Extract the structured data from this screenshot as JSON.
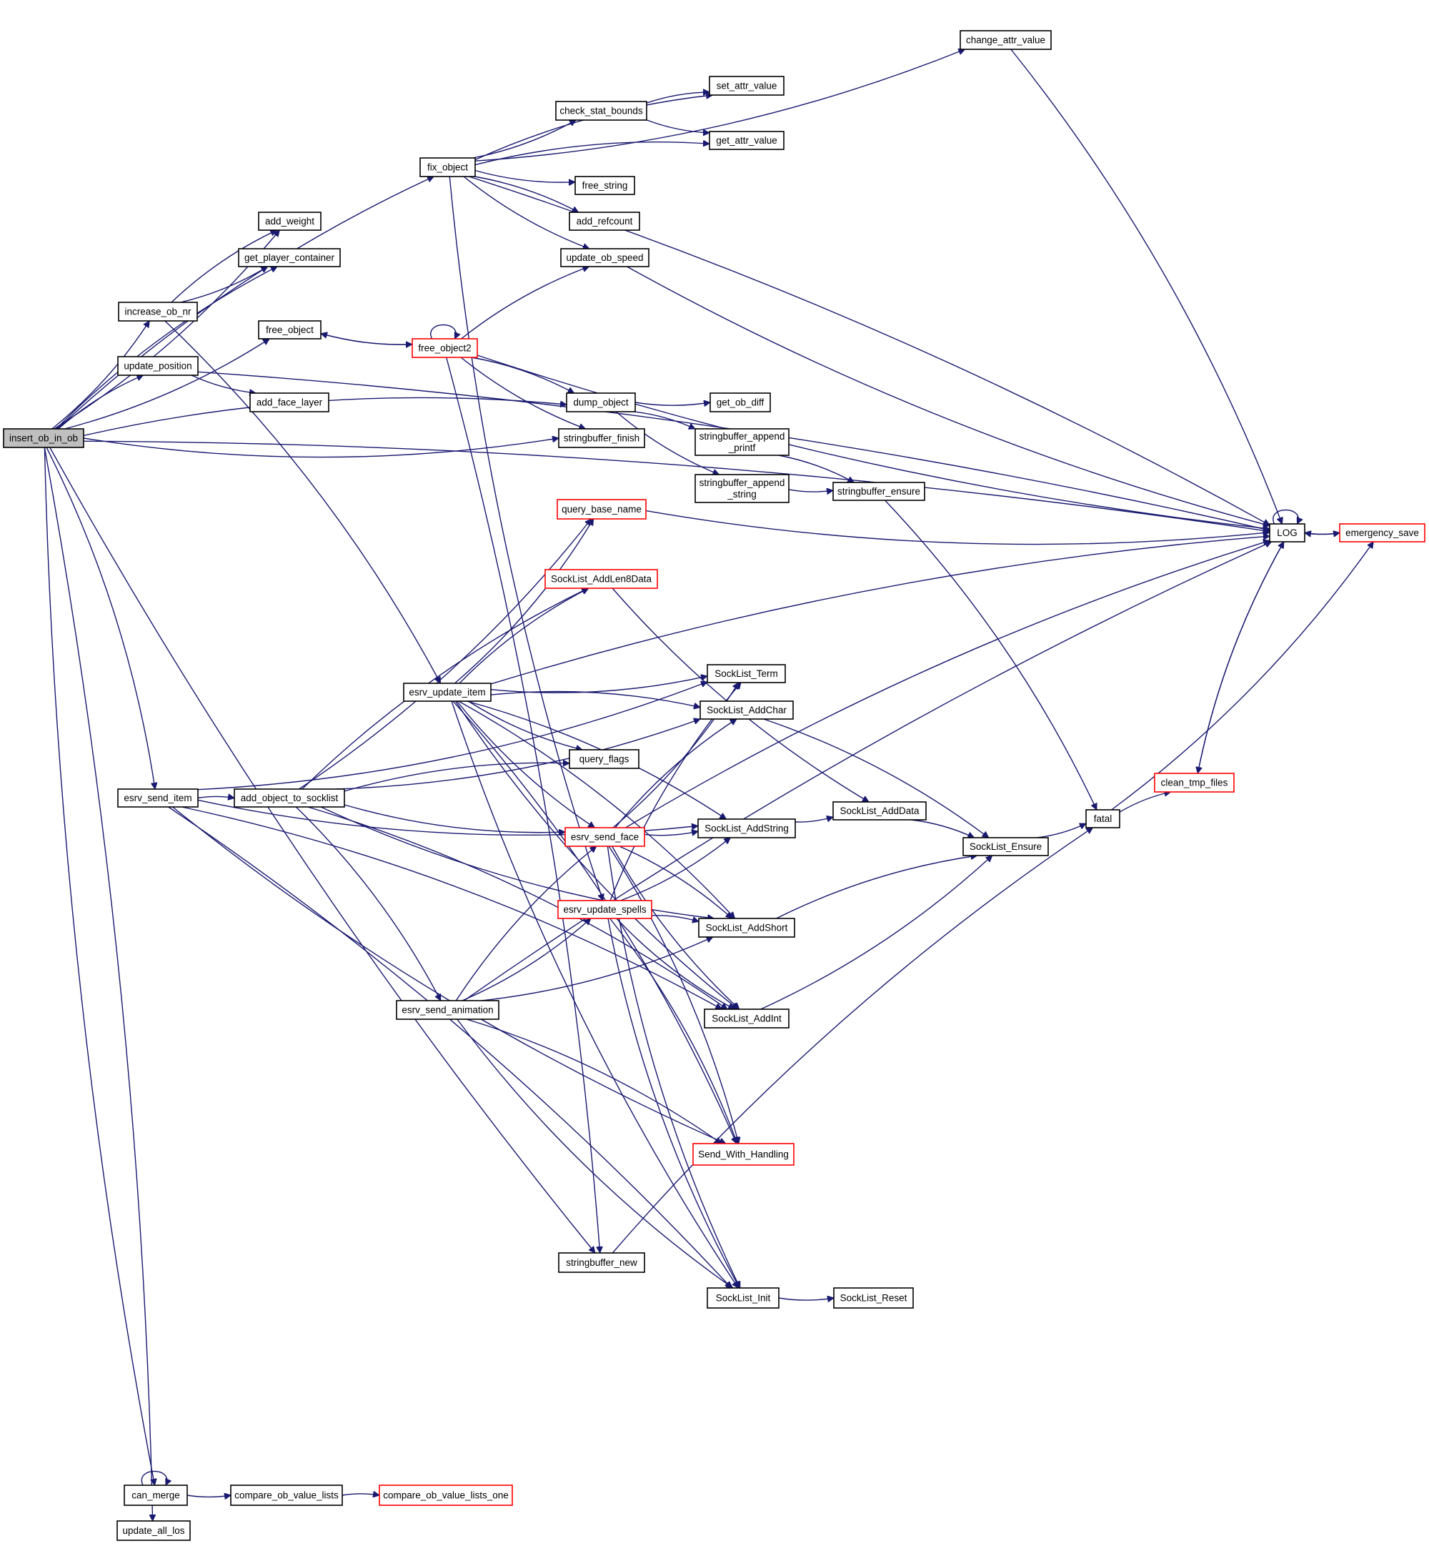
{
  "diagram": {
    "type": "call-graph",
    "colors": {
      "edge": "#191970",
      "node_border": "#000000",
      "truncated_border": "#ff0000",
      "root_fill": "#bfbfbf"
    },
    "nodes": [
      {
        "id": "insert_ob_in_ob",
        "label": "insert_ob_in_ob",
        "kind": "root"
      },
      {
        "id": "fix_object",
        "label": "fix_object",
        "kind": "normal"
      },
      {
        "id": "change_attr_value",
        "label": "change_attr_value",
        "kind": "normal"
      },
      {
        "id": "set_attr_value",
        "label": "set_attr_value",
        "kind": "normal"
      },
      {
        "id": "check_stat_bounds",
        "label": "check_stat_bounds",
        "kind": "normal"
      },
      {
        "id": "get_attr_value",
        "label": "get_attr_value",
        "kind": "normal"
      },
      {
        "id": "free_string",
        "label": "free_string",
        "kind": "normal"
      },
      {
        "id": "add_refcount",
        "label": "add_refcount",
        "kind": "normal"
      },
      {
        "id": "update_ob_speed",
        "label": "update_ob_speed",
        "kind": "normal"
      },
      {
        "id": "add_weight",
        "label": "add_weight",
        "kind": "normal"
      },
      {
        "id": "get_player_container",
        "label": "get_player_container",
        "kind": "normal"
      },
      {
        "id": "increase_ob_nr",
        "label": "increase_ob_nr",
        "kind": "normal"
      },
      {
        "id": "free_object",
        "label": "free_object",
        "kind": "normal"
      },
      {
        "id": "free_object2",
        "label": "free_object2",
        "kind": "truncated"
      },
      {
        "id": "update_position",
        "label": "update_position",
        "kind": "normal"
      },
      {
        "id": "add_face_layer",
        "label": "add_face_layer",
        "kind": "normal"
      },
      {
        "id": "dump_object",
        "label": "dump_object",
        "kind": "normal"
      },
      {
        "id": "get_ob_diff",
        "label": "get_ob_diff",
        "kind": "normal"
      },
      {
        "id": "stringbuffer_finish",
        "label": "stringbuffer_finish",
        "kind": "normal"
      },
      {
        "id": "stringbuffer_append_printf",
        "label": "stringbuffer_append\n_printf",
        "kind": "normal"
      },
      {
        "id": "stringbuffer_append_string",
        "label": "stringbuffer_append\n_string",
        "kind": "normal"
      },
      {
        "id": "stringbuffer_ensure",
        "label": "stringbuffer_ensure",
        "kind": "normal"
      },
      {
        "id": "query_base_name",
        "label": "query_base_name",
        "kind": "truncated"
      },
      {
        "id": "LOG",
        "label": "LOG",
        "kind": "normal"
      },
      {
        "id": "emergency_save",
        "label": "emergency_save",
        "kind": "truncated"
      },
      {
        "id": "SockList_AddLen8Data",
        "label": "SockList_AddLen8Data",
        "kind": "truncated"
      },
      {
        "id": "esrv_update_item",
        "label": "esrv_update_item",
        "kind": "normal"
      },
      {
        "id": "SockList_Term",
        "label": "SockList_Term",
        "kind": "normal"
      },
      {
        "id": "SockList_AddChar",
        "label": "SockList_AddChar",
        "kind": "normal"
      },
      {
        "id": "query_flags",
        "label": "query_flags",
        "kind": "normal"
      },
      {
        "id": "clean_tmp_files",
        "label": "clean_tmp_files",
        "kind": "truncated"
      },
      {
        "id": "esrv_send_item",
        "label": "esrv_send_item",
        "kind": "normal"
      },
      {
        "id": "add_object_to_socklist",
        "label": "add_object_to_socklist",
        "kind": "normal"
      },
      {
        "id": "SockList_AddData",
        "label": "SockList_AddData",
        "kind": "normal"
      },
      {
        "id": "fatal",
        "label": "fatal",
        "kind": "normal"
      },
      {
        "id": "esrv_send_face",
        "label": "esrv_send_face",
        "kind": "truncated"
      },
      {
        "id": "SockList_AddString",
        "label": "SockList_AddString",
        "kind": "normal"
      },
      {
        "id": "SockList_Ensure",
        "label": "SockList_Ensure",
        "kind": "normal"
      },
      {
        "id": "esrv_update_spells",
        "label": "esrv_update_spells",
        "kind": "truncated"
      },
      {
        "id": "SockList_AddShort",
        "label": "SockList_AddShort",
        "kind": "normal"
      },
      {
        "id": "esrv_send_animation",
        "label": "esrv_send_animation",
        "kind": "normal"
      },
      {
        "id": "SockList_AddInt",
        "label": "SockList_AddInt",
        "kind": "normal"
      },
      {
        "id": "Send_With_Handling",
        "label": "Send_With_Handling",
        "kind": "truncated"
      },
      {
        "id": "stringbuffer_new",
        "label": "stringbuffer_new",
        "kind": "normal"
      },
      {
        "id": "SockList_Init",
        "label": "SockList_Init",
        "kind": "normal"
      },
      {
        "id": "SockList_Reset",
        "label": "SockList_Reset",
        "kind": "normal"
      },
      {
        "id": "can_merge",
        "label": "can_merge",
        "kind": "normal"
      },
      {
        "id": "compare_ob_value_lists",
        "label": "compare_ob_value_lists",
        "kind": "normal"
      },
      {
        "id": "compare_ob_value_lists_one",
        "label": "compare_ob_value_lists_one",
        "kind": "truncated"
      },
      {
        "id": "update_all_los",
        "label": "update_all_los",
        "kind": "normal"
      }
    ],
    "edges": [
      [
        "insert_ob_in_ob",
        "fix_object"
      ],
      [
        "insert_ob_in_ob",
        "add_weight"
      ],
      [
        "insert_ob_in_ob",
        "get_player_container"
      ],
      [
        "insert_ob_in_ob",
        "increase_ob_nr"
      ],
      [
        "insert_ob_in_ob",
        "update_position"
      ],
      [
        "insert_ob_in_ob",
        "free_object"
      ],
      [
        "insert_ob_in_ob",
        "dump_object"
      ],
      [
        "insert_ob_in_ob",
        "stringbuffer_finish"
      ],
      [
        "insert_ob_in_ob",
        "esrv_send_item"
      ],
      [
        "insert_ob_in_ob",
        "stringbuffer_new"
      ],
      [
        "insert_ob_in_ob",
        "LOG"
      ],
      [
        "insert_ob_in_ob",
        "can_merge"
      ],
      [
        "insert_ob_in_ob",
        "update_all_los"
      ],
      [
        "fix_object",
        "change_attr_value"
      ],
      [
        "fix_object",
        "set_attr_value"
      ],
      [
        "fix_object",
        "check_stat_bounds"
      ],
      [
        "fix_object",
        "get_attr_value"
      ],
      [
        "fix_object",
        "free_string"
      ],
      [
        "fix_object",
        "add_refcount"
      ],
      [
        "fix_object",
        "update_ob_speed"
      ],
      [
        "fix_object",
        "LOG"
      ],
      [
        "fix_object",
        "esrv_update_spells"
      ],
      [
        "check_stat_bounds",
        "set_attr_value"
      ],
      [
        "check_stat_bounds",
        "get_attr_value"
      ],
      [
        "change_attr_value",
        "LOG"
      ],
      [
        "update_ob_speed",
        "LOG"
      ],
      [
        "increase_ob_nr",
        "add_weight"
      ],
      [
        "increase_ob_nr",
        "get_player_container"
      ],
      [
        "increase_ob_nr",
        "esrv_update_item"
      ],
      [
        "update_position",
        "add_face_layer"
      ],
      [
        "update_position",
        "LOG"
      ],
      [
        "free_object",
        "free_object2"
      ],
      [
        "free_object2",
        "free_object"
      ],
      [
        "free_object2",
        "free_object2"
      ],
      [
        "free_object2",
        "update_ob_speed"
      ],
      [
        "free_object2",
        "LOG"
      ],
      [
        "free_object2",
        "dump_object"
      ],
      [
        "free_object2",
        "stringbuffer_finish"
      ],
      [
        "free_object2",
        "stringbuffer_new"
      ],
      [
        "dump_object",
        "get_ob_diff"
      ],
      [
        "dump_object",
        "stringbuffer_append_printf"
      ],
      [
        "dump_object",
        "stringbuffer_append_string"
      ],
      [
        "stringbuffer_append_printf",
        "stringbuffer_ensure"
      ],
      [
        "stringbuffer_append_string",
        "stringbuffer_ensure"
      ],
      [
        "stringbuffer_ensure",
        "fatal"
      ],
      [
        "query_base_name",
        "LOG"
      ],
      [
        "LOG",
        "LOG"
      ],
      [
        "LOG",
        "emergency_save"
      ],
      [
        "emergency_save",
        "LOG"
      ],
      [
        "SockList_AddLen8Data",
        "SockList_AddData"
      ],
      [
        "esrv_update_item",
        "LOG"
      ],
      [
        "esrv_update_item",
        "query_base_name"
      ],
      [
        "esrv_update_item",
        "SockList_AddLen8Data"
      ],
      [
        "esrv_update_item",
        "SockList_Term"
      ],
      [
        "esrv_update_item",
        "SockList_AddChar"
      ],
      [
        "esrv_update_item",
        "query_flags"
      ],
      [
        "esrv_update_item",
        "SockList_AddString"
      ],
      [
        "esrv_update_item",
        "esrv_send_face"
      ],
      [
        "esrv_update_item",
        "SockList_AddShort"
      ],
      [
        "esrv_update_item",
        "SockList_AddInt"
      ],
      [
        "esrv_update_item",
        "Send_With_Handling"
      ],
      [
        "esrv_update_item",
        "SockList_Init"
      ],
      [
        "SockList_AddChar",
        "SockList_Ensure"
      ],
      [
        "esrv_send_item",
        "SockList_Term"
      ],
      [
        "esrv_send_item",
        "add_object_to_socklist"
      ],
      [
        "esrv_send_item",
        "SockList_AddString"
      ],
      [
        "esrv_send_item",
        "SockList_AddInt"
      ],
      [
        "esrv_send_item",
        "Send_With_Handling"
      ],
      [
        "esrv_send_item",
        "SockList_Init"
      ],
      [
        "add_object_to_socklist",
        "query_base_name"
      ],
      [
        "add_object_to_socklist",
        "SockList_AddLen8Data"
      ],
      [
        "add_object_to_socklist",
        "SockList_AddChar"
      ],
      [
        "add_object_to_socklist",
        "query_flags"
      ],
      [
        "add_object_to_socklist",
        "esrv_send_face"
      ],
      [
        "add_object_to_socklist",
        "esrv_send_animation"
      ],
      [
        "add_object_to_socklist",
        "SockList_AddShort"
      ],
      [
        "add_object_to_socklist",
        "SockList_AddInt"
      ],
      [
        "SockList_AddString",
        "SockList_AddData"
      ],
      [
        "SockList_AddData",
        "SockList_Ensure"
      ],
      [
        "SockList_Ensure",
        "fatal"
      ],
      [
        "fatal",
        "clean_tmp_files"
      ],
      [
        "fatal",
        "emergency_save"
      ],
      [
        "clean_tmp_files",
        "LOG"
      ],
      [
        "LOG",
        "clean_tmp_files"
      ],
      [
        "esrv_send_face",
        "LOG"
      ],
      [
        "esrv_send_face",
        "SockList_Term"
      ],
      [
        "esrv_send_face",
        "SockList_AddChar"
      ],
      [
        "esrv_send_face",
        "SockList_AddString"
      ],
      [
        "esrv_send_face",
        "SockList_AddShort"
      ],
      [
        "esrv_send_face",
        "SockList_AddInt"
      ],
      [
        "esrv_send_face",
        "Send_With_Handling"
      ],
      [
        "esrv_send_face",
        "SockList_Init"
      ],
      [
        "esrv_update_spells",
        "SockList_Term"
      ],
      [
        "esrv_update_spells",
        "SockList_AddString"
      ],
      [
        "esrv_update_spells",
        "SockList_AddShort"
      ],
      [
        "esrv_update_spells",
        "SockList_AddInt"
      ],
      [
        "esrv_update_spells",
        "Send_With_Handling"
      ],
      [
        "esrv_update_spells",
        "SockList_Init"
      ],
      [
        "SockList_AddShort",
        "SockList_Ensure"
      ],
      [
        "SockList_AddInt",
        "SockList_Ensure"
      ],
      [
        "esrv_send_animation",
        "esrv_send_face"
      ],
      [
        "esrv_send_animation",
        "SockList_AddShort"
      ],
      [
        "esrv_send_animation",
        "Send_With_Handling"
      ],
      [
        "esrv_send_animation",
        "SockList_Init"
      ],
      [
        "esrv_send_animation",
        "LOG"
      ],
      [
        "esrv_send_animation",
        "esrv_update_spells"
      ],
      [
        "stringbuffer_new",
        "fatal"
      ],
      [
        "SockList_Init",
        "SockList_Reset"
      ],
      [
        "can_merge",
        "can_merge"
      ],
      [
        "can_merge",
        "compare_ob_value_lists"
      ],
      [
        "compare_ob_value_lists",
        "compare_ob_value_lists_one"
      ]
    ]
  }
}
